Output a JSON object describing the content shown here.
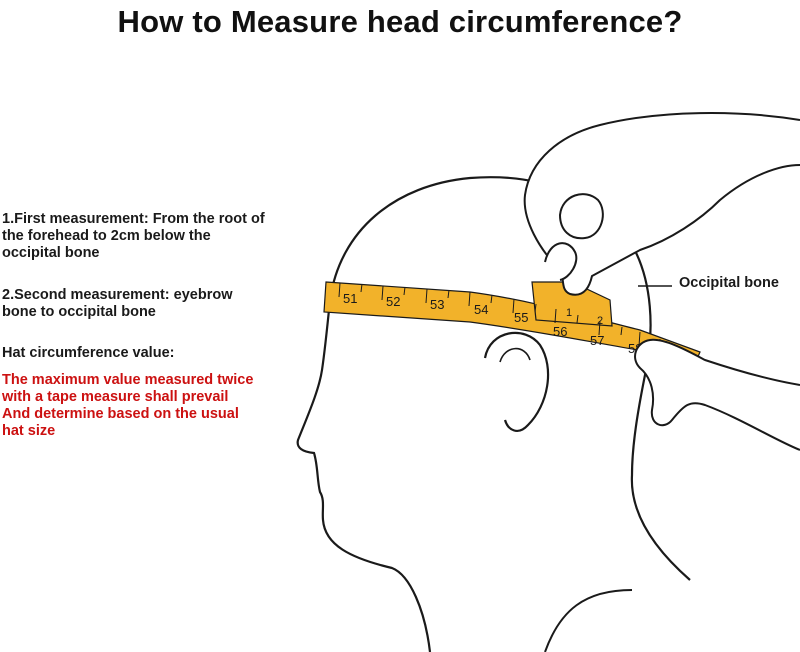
{
  "title": "How to Measure head circumference?",
  "instructions": {
    "first": [
      "1.First measurement: From the root of",
      "the forehead to 2cm below the",
      "occipital bone"
    ],
    "second": [
      "2.Second measurement: eyebrow",
      "bone to occipital bone"
    ],
    "hat_label": "Hat circumference value:",
    "note": [
      "The maximum value measured twice",
      "with a tape measure shall prevail",
      "And determine based on the usual",
      "hat size"
    ]
  },
  "labels": {
    "occipital": "Occipital bone"
  },
  "tape": {
    "marks": [
      "51",
      "52",
      "53",
      "54",
      "55",
      "56",
      "57",
      "58"
    ],
    "small_marks": [
      "1",
      "2"
    ]
  },
  "colors": {
    "tape": "#f2b22a",
    "note_text": "#cc1111",
    "line": "#1a1a1a"
  }
}
